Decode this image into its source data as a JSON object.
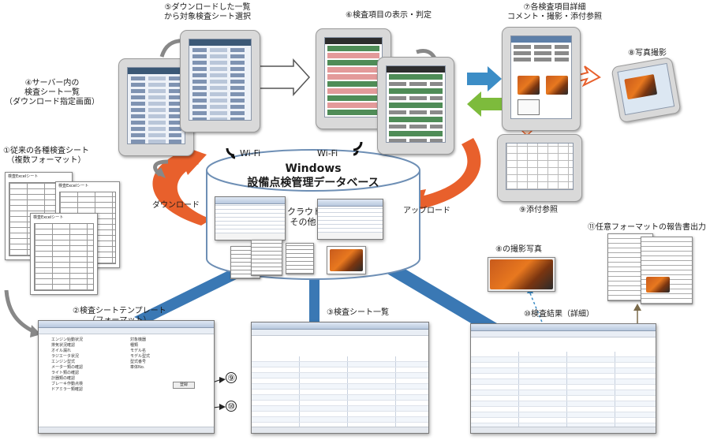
{
  "labels": {
    "step5": [
      "⑤ダウンロードした一覧",
      "から対象検査シート選択"
    ],
    "step6": "⑥検査項目の表示・判定",
    "step7": [
      "⑦各検査項目詳細",
      "コメント・撮影・添付参照"
    ],
    "step8": "⑧写真撮影",
    "step4": [
      "④サーバー内の",
      "検査シート一覧",
      "（ダウンロード指定画面）"
    ],
    "step1": [
      "①従来の各種検査シート",
      "（複数フォーマット）"
    ],
    "wifi_left": "Wi-Fi",
    "wifi_right": "Wi-Fi",
    "db_title": "Windows",
    "db_subtitle": "設備点検管理データベース",
    "cloud_other": [
      "クラウド",
      "その他"
    ],
    "download": "ダウンロード",
    "upload": "アップロード",
    "step9": "⑨添付参照",
    "step11": "⑪任意フォーマットの報告書出力",
    "step8_photo": "⑧の撮影写真",
    "step2": [
      "②検査シートテンプレート",
      "（フォーマット）"
    ],
    "step3": "③検査シート一覧",
    "step10": "⑩検査結果（詳細）",
    "callout9": "⑨",
    "callout10": "⑩"
  },
  "sheet_docs": {
    "doc1_title": "検査Excelシート",
    "doc2_title": "検査Excelシート",
    "doc3_title": "検査Excelシート"
  },
  "template_window": {
    "tree_items": [
      "エンジン始動状況",
      "排気状況確認",
      "オイル漏れ",
      "ラジエータ状況",
      "エンジン型式",
      "メーター類の確認",
      "ライト類の確認",
      "計器類の確認",
      "ブレーキ作動点検",
      "ドアミラー類確認"
    ],
    "field_labels": [
      "対象機器",
      "種類",
      "モデル名",
      "モデル型式",
      "型式番号",
      "車体No."
    ],
    "button": "登録"
  },
  "colors": {
    "arrow_orange": "#e8602c",
    "arrow_blue": "#3c8dc6",
    "arrow_green": "#7dbb3c",
    "connector_blue": "#3a78b4",
    "db_fill": "#ffffff",
    "db_stroke": "#6e8fb5"
  },
  "icons": {
    "wifi": "wifi-icon",
    "arrow": "arrow-icon"
  }
}
